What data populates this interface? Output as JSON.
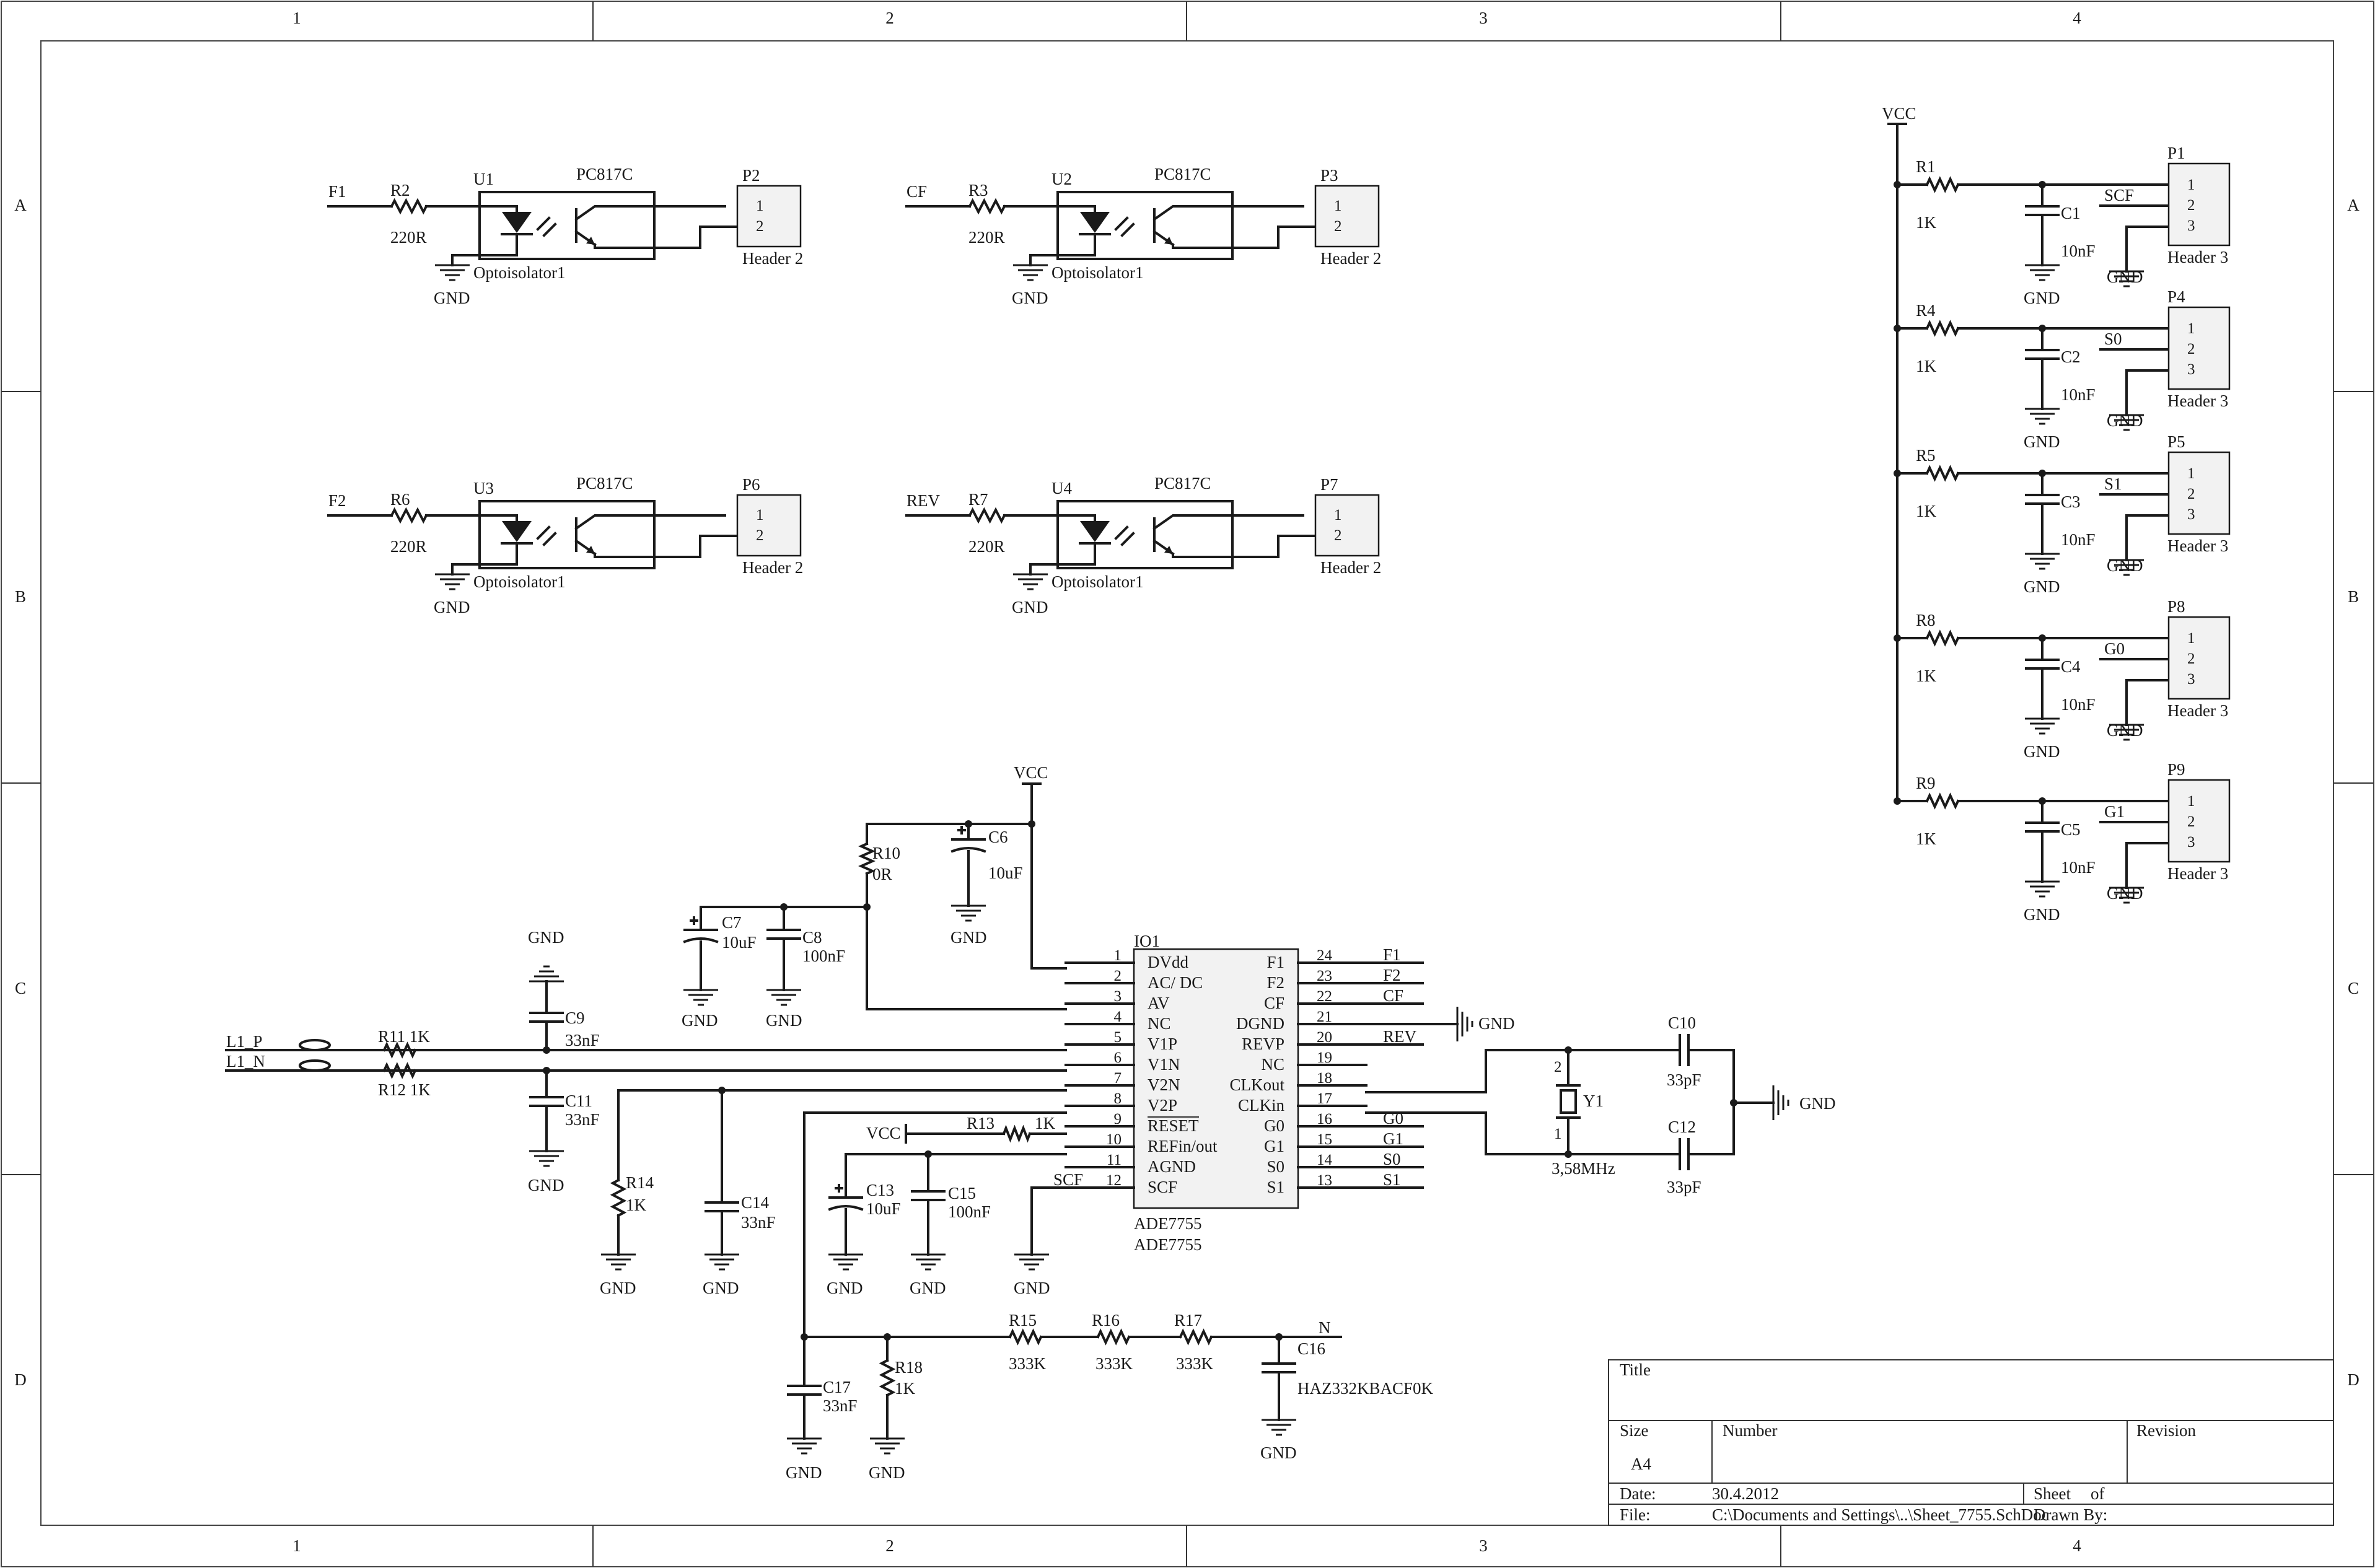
{
  "frame": {
    "columns": [
      "1",
      "2",
      "3",
      "4"
    ],
    "rows": [
      "A",
      "B",
      "C",
      "D"
    ]
  },
  "title_block": {
    "title_label": "Title",
    "size_label": "Size",
    "size_value": "A4",
    "number_label": "Number",
    "revision_label": "Revision",
    "date_label": "Date:",
    "date_value": "30.4.2012",
    "sheet_label": "Sheet",
    "of_label": "of",
    "file_label": "File:",
    "file_value": "C:\\Documents and Settings\\..\\Sheet_7755.SchDoc",
    "drawn_label": "Drawn By:"
  },
  "opto_blocks": [
    {
      "net": "F1",
      "res_ref": "R2",
      "res_val": "220R",
      "opto_ref": "U1",
      "opto_part": "PC817C",
      "opto_label": "Optoisolator1",
      "gnd": "GND",
      "hdr_ref": "P2",
      "hdr_pins": [
        "1",
        "2"
      ],
      "hdr_label": "Header 2"
    },
    {
      "net": "CF",
      "res_ref": "R3",
      "res_val": "220R",
      "opto_ref": "U2",
      "opto_part": "PC817C",
      "opto_label": "Optoisolator1",
      "gnd": "GND",
      "hdr_ref": "P3",
      "hdr_pins": [
        "1",
        "2"
      ],
      "hdr_label": "Header 2"
    },
    {
      "net": "F2",
      "res_ref": "R6",
      "res_val": "220R",
      "opto_ref": "U3",
      "opto_part": "PC817C",
      "opto_label": "Optoisolator1",
      "gnd": "GND",
      "hdr_ref": "P6",
      "hdr_pins": [
        "1",
        "2"
      ],
      "hdr_label": "Header 2"
    },
    {
      "net": "REV",
      "res_ref": "R7",
      "res_val": "220R",
      "opto_ref": "U4",
      "opto_part": "PC817C",
      "opto_label": "Optoisolator1",
      "gnd": "GND",
      "hdr_ref": "P7",
      "hdr_pins": [
        "1",
        "2"
      ],
      "hdr_label": "Header 2"
    }
  ],
  "pullups": {
    "vcc": "VCC",
    "rows": [
      {
        "res_ref": "R1",
        "res_val": "1K",
        "cap_ref": "C1",
        "cap_val": "10nF",
        "net": "SCF",
        "hdr_ref": "P1",
        "hdr_pins": [
          "1",
          "2",
          "3"
        ],
        "hdr_label": "Header 3",
        "gnd": "GND"
      },
      {
        "res_ref": "R4",
        "res_val": "1K",
        "cap_ref": "C2",
        "cap_val": "10nF",
        "net": "S0",
        "hdr_ref": "P4",
        "hdr_pins": [
          "1",
          "2",
          "3"
        ],
        "hdr_label": "Header 3",
        "gnd": "GND"
      },
      {
        "res_ref": "R5",
        "res_val": "1K",
        "cap_ref": "C3",
        "cap_val": "10nF",
        "net": "S1",
        "hdr_ref": "P5",
        "hdr_pins": [
          "1",
          "2",
          "3"
        ],
        "hdr_label": "Header 3",
        "gnd": "GND"
      },
      {
        "res_ref": "R8",
        "res_val": "1K",
        "cap_ref": "C4",
        "cap_val": "10nF",
        "net": "G0",
        "hdr_ref": "P8",
        "hdr_pins": [
          "1",
          "2",
          "3"
        ],
        "hdr_label": "Header 3",
        "gnd": "GND"
      },
      {
        "res_ref": "R9",
        "res_val": "1K",
        "cap_ref": "C5",
        "cap_val": "10nF",
        "net": "G1",
        "hdr_ref": "P9",
        "hdr_pins": [
          "1",
          "2",
          "3"
        ],
        "hdr_label": "Header 3",
        "gnd": "GND"
      }
    ]
  },
  "ic": {
    "ref": "IO1",
    "part": "ADE7755",
    "part2": "ADE7755",
    "left_pins": [
      {
        "num": "1",
        "name": "DVdd"
      },
      {
        "num": "2",
        "name": "AC/ DC"
      },
      {
        "num": "3",
        "name": "AV"
      },
      {
        "num": "4",
        "name": "NC"
      },
      {
        "num": "5",
        "name": "V1P"
      },
      {
        "num": "6",
        "name": "V1N"
      },
      {
        "num": "7",
        "name": "V2N"
      },
      {
        "num": "8",
        "name": "V2P"
      },
      {
        "num": "9",
        "name": "RESET"
      },
      {
        "num": "10",
        "name": "REFin/out"
      },
      {
        "num": "11",
        "name": "AGND"
      },
      {
        "num": "12",
        "name": "SCF"
      }
    ],
    "right_pins": [
      {
        "num": "24",
        "name": "F1",
        "net": "F1"
      },
      {
        "num": "23",
        "name": "F2",
        "net": "F2"
      },
      {
        "num": "22",
        "name": "CF",
        "net": "CF"
      },
      {
        "num": "21",
        "name": "DGND",
        "net": "GND"
      },
      {
        "num": "20",
        "name": "REVP",
        "net": "REV"
      },
      {
        "num": "19",
        "name": "NC",
        "net": ""
      },
      {
        "num": "18",
        "name": "CLKout",
        "net": ""
      },
      {
        "num": "17",
        "name": "CLKin",
        "net": ""
      },
      {
        "num": "16",
        "name": "G0",
        "net": "G0"
      },
      {
        "num": "15",
        "name": "G1",
        "net": "G1"
      },
      {
        "num": "14",
        "name": "S0",
        "net": "S0"
      },
      {
        "num": "13",
        "name": "S1",
        "net": "S1"
      }
    ],
    "pin12_net": "SCF"
  },
  "power": {
    "vcc": "VCC",
    "vcc_left": "VCC",
    "r10_ref": "R10",
    "r10_val": "0R",
    "c6_ref": "C6",
    "c6_val": "10uF",
    "c7_ref": "C7",
    "c7_val": "10uF",
    "c8_ref": "C8",
    "c8_val": "100nF",
    "r13_ref": "R13",
    "r13_val": "1K",
    "c13_ref": "C13",
    "c13_val": "10uF",
    "c15_ref": "C15",
    "c15_val": "100nF",
    "gnd": "GND"
  },
  "input": {
    "l1p": "L1_P",
    "l1n": "L1_N",
    "r11": "R11 1K",
    "r12": "R12 1K",
    "c9_ref": "C9",
    "c9_val": "33nF",
    "c11_ref": "C11",
    "c11_val": "33nF",
    "r14_ref": "R14",
    "r14_val": "1K",
    "c14_ref": "C14",
    "c14_val": "33nF",
    "gnd": "GND"
  },
  "crystal": {
    "ref": "Y1",
    "val": "3,58MHz",
    "pin_top": "2",
    "pin_bot": "1",
    "c10_ref": "C10",
    "c10_val": "33pF",
    "c12_ref": "C12",
    "c12_val": "33pF",
    "gnd": "GND"
  },
  "divider": {
    "r15_ref": "R15",
    "r15_val": "333K",
    "r16_ref": "R16",
    "r16_val": "333K",
    "r17_ref": "R17",
    "r17_val": "333K",
    "net": "N",
    "c16_ref": "C16",
    "c16_val": "HAZ332KBACF0K",
    "c17_ref": "C17",
    "c17_val": "33nF",
    "r18_ref": "R18",
    "r18_val": "1K",
    "gnd": "GND"
  },
  "colors": {
    "wire": "#1a1a1a",
    "body_fill": "#f2f2f2",
    "frame": "#444444"
  }
}
